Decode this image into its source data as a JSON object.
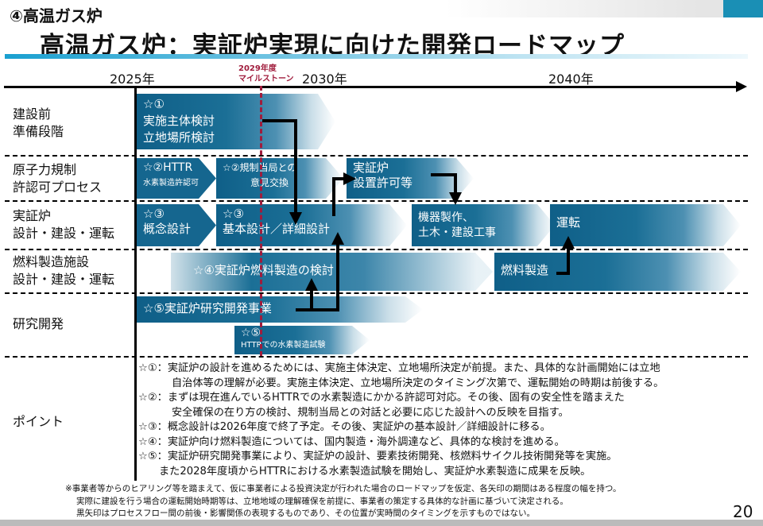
{
  "header": {
    "section": "④高温ガス炉",
    "title": "高温ガス炉：実証炉実現に向けた開発ロードマップ"
  },
  "timeline": {
    "years": [
      "2025年",
      "2030年",
      "2040年"
    ],
    "milestone": [
      "2029年度",
      "マイルストーン"
    ]
  },
  "rows": [
    {
      "label": [
        "建設前",
        "準備段階"
      ]
    },
    {
      "label": [
        "原子力規制",
        "許認可プロセス"
      ]
    },
    {
      "label": [
        "実証炉",
        "設計・建設・運転"
      ]
    },
    {
      "label": [
        "燃料製造施設",
        "設計・建設・運転"
      ]
    },
    {
      "label": [
        "研究開発"
      ]
    },
    {
      "label": [
        "ポイント"
      ]
    }
  ],
  "bars": {
    "b1": [
      "☆①",
      "実施主体検討",
      "立地場所検討"
    ],
    "b2a": [
      "☆②HTTR",
      "水素製造許認可"
    ],
    "b2b": [
      "☆②規制当局との",
      "意見交換"
    ],
    "b2c": [
      "実証炉",
      "設置許可等"
    ],
    "b3a": [
      "☆③",
      "概念設計"
    ],
    "b3b": [
      "☆③",
      "基本設計／詳細設計"
    ],
    "b3c": [
      "機器製作、",
      "土木・建設工事"
    ],
    "b3d": "運転",
    "b4a": "☆④実証炉燃料製造の検討",
    "b4b": "燃料製造",
    "b5a": "☆⑤実証炉研究開発事業",
    "b5b": [
      "☆⑤",
      "HTTRでの水素製造試験"
    ]
  },
  "points": [
    "☆①：実証炉の設計を進めるためには、実施主体決定、立地場所決定が前提。また、具体的な計画開始には立地",
    "自治体等の理解が必要。実施主体決定、立地場所決定のタイミング次第で、運転開始の時期は前後する。",
    "☆②：まずは現在進んでいるHTTRでの水素製造にかかる許認可対応。その後、固有の安全性を踏まえた",
    "安全確保の在り方の検討、規制当局との対話と必要に応じた設計への反映を目指す。",
    "☆③：概念設計は2026年度で終了予定。その後、実証炉の基本設計／詳細設計に移る。",
    "☆④：実証炉向け燃料製造については、国内製造・海外調達など、具体的な検討を進める。",
    "☆⑤：実証炉研究開発事業により、実証炉の設計、要素技術開発、核燃料サイクル技術開発等を実施。",
    "また2028年度頃からHTTRにおける水素製造試験を開始し、実証炉水素製造に成果を反映。"
  ],
  "footnotes": [
    "※事業者等からのヒアリング等を踏まえて、仮に事業者による投資決定が行われた場合のロードマップを仮定、各矢印の期間はある程度の幅を持つ。",
    "実際に建設を行う場合の運転開始時期等は、立地地域の理解確保を前提に、事業者の策定する具体的な計画に基づいて決定される。",
    "黒矢印はプロセスフロー間の前後・影響関係の表現するものであり、その位置が実時間のタイミングを示すものではない。"
  ],
  "page_number": "20",
  "colors": {
    "bar": "#15668f",
    "milestone": "#a01c3c",
    "rule": "#1aa0d0"
  }
}
